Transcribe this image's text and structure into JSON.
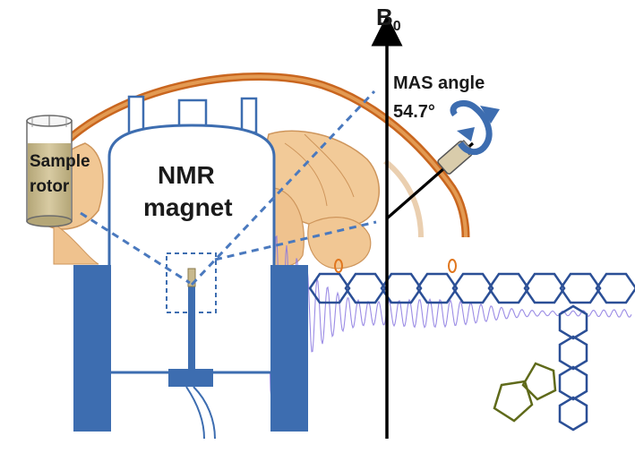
{
  "figure": {
    "b0_label": "B",
    "b0_subscript": "0",
    "mas_angle_label": "MAS angle",
    "mas_angle_value": "54.7°",
    "magnet_label_line1": "NMR",
    "magnet_label_line2": "magnet",
    "rotor_label_line1": "Sample",
    "rotor_label_line2": "rotor",
    "oxygen_marker_label": "O"
  },
  "colors": {
    "magnet_blue": "#3d6db0",
    "dashed_line": "#4a79be",
    "fid_signal": "#8a78e0",
    "tissue_orange": "#e3a25e",
    "arc_orange": "#c9661f",
    "polymer_rings": "#2b4f96",
    "pentagon_olive": "#5f6a1a",
    "rotor_tan": "#c8b98d",
    "axis_black": "#000000"
  },
  "icons": {
    "rotation": "curved-rotation-arrow-icon",
    "rotor": "spinning-rotor-icon"
  }
}
